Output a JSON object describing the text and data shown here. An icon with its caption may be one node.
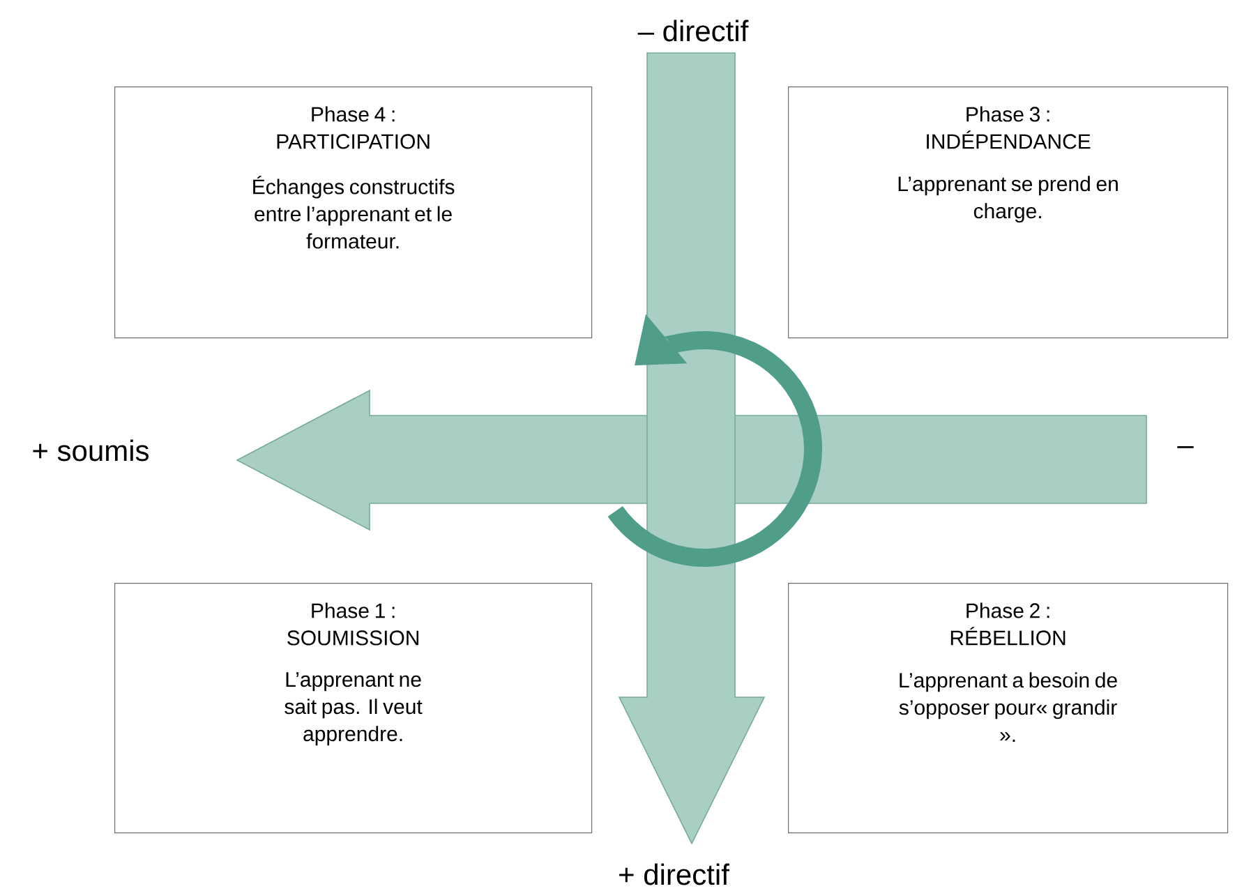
{
  "diagram": {
    "nodes": [
      {
        "text": [
          "Phase 4 :",
          "PARTICIPATION",
          "Échanges constructifs entre l’apprenant et le formateur."
        ]
      },
      {
        "text": [
          "Phase 3 :",
          "INDÉPENDANCE",
          "L’apprenant se prend en charge."
        ]
      },
      {
        "text": [
          "Phase 1 :",
          "SOUMISSION",
          "L’apprenant ne sait pas. Il veut apprendre."
        ]
      },
      {
        "text": [
          "Phase 2 :",
          "RÉBELLION",
          "L’apprenant a besoin de s’opposer pour« grandir »."
        ]
      }
    ],
    "labels": [
      "– directif",
      "+ soumis",
      "–",
      "+ directif"
    ]
  }
}
